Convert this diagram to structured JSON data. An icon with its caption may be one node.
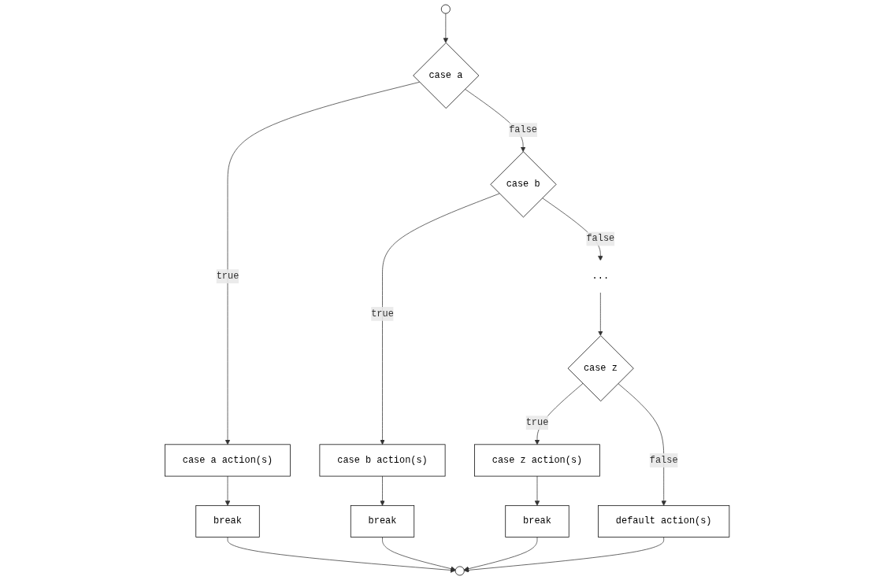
{
  "diagram": {
    "nodes": [
      {
        "text": [],
        "shape": "circle"
      },
      {
        "text": [
          "case a"
        ]
      },
      {
        "text": [
          "case a action(s)"
        ]
      },
      {
        "text": [
          "break"
        ]
      },
      {
        "text": [
          "case b"
        ]
      },
      {
        "text": [
          "case b action(s)"
        ]
      },
      {
        "text": [
          "break"
        ]
      },
      {
        "text": [
          "..."
        ]
      },
      {
        "text": [
          "case z"
        ]
      },
      {
        "text": [
          "case z action(s)"
        ]
      },
      {
        "text": [
          "break"
        ]
      },
      {
        "text": [
          "default action(s)"
        ]
      },
      {
        "text": [],
        "shape": "circle"
      }
    ],
    "edges": [
      {
        "from": 0,
        "to": 1,
        "arrow": "to"
      },
      {
        "from": 1,
        "to": 2,
        "label": "true",
        "arrow": "to"
      },
      {
        "from": 2,
        "to": 3,
        "arrow": "to"
      },
      {
        "from": 1,
        "to": 4,
        "label": "false",
        "arrow": "to"
      },
      {
        "from": 4,
        "to": 5,
        "label": "true",
        "arrow": "to"
      },
      {
        "from": 5,
        "to": 6,
        "arrow": "to"
      },
      {
        "from": 4,
        "to": 7,
        "label": "false",
        "arrow": "to"
      },
      {
        "from": 7,
        "to": 8,
        "arrow": "to"
      },
      {
        "from": 8,
        "to": 9,
        "label": "true",
        "arrow": "to"
      },
      {
        "from": 9,
        "to": 10,
        "arrow": "to"
      },
      {
        "from": 8,
        "to": 11,
        "label": "false",
        "arrow": "to"
      },
      {
        "from": 11,
        "to": 12,
        "arrow": "to"
      },
      {
        "from": 3,
        "to": 12,
        "arrow": "to"
      },
      {
        "from": 6,
        "to": 12,
        "arrow": "to"
      },
      {
        "from": 10,
        "to": 12,
        "arrow": "to"
      }
    ]
  }
}
